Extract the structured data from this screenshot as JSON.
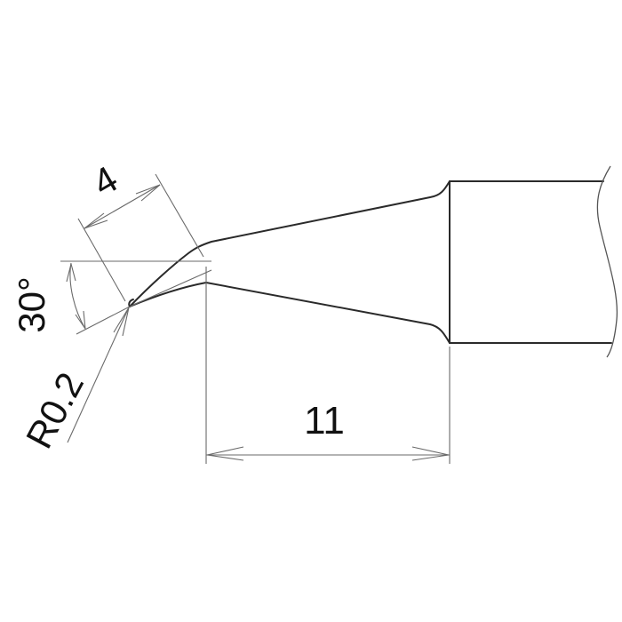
{
  "drawing": {
    "subject": "soldering-tip-bent-conical",
    "colors": {
      "outline": "#2a2a2a",
      "dimension": "#6a6a6a",
      "text": "#111111",
      "background": "#ffffff"
    }
  },
  "dimensions": {
    "length": {
      "label": "11"
    },
    "bent_length": {
      "label": "4"
    },
    "angle": {
      "label": "30°"
    },
    "radius": {
      "label": "R0.2"
    }
  }
}
